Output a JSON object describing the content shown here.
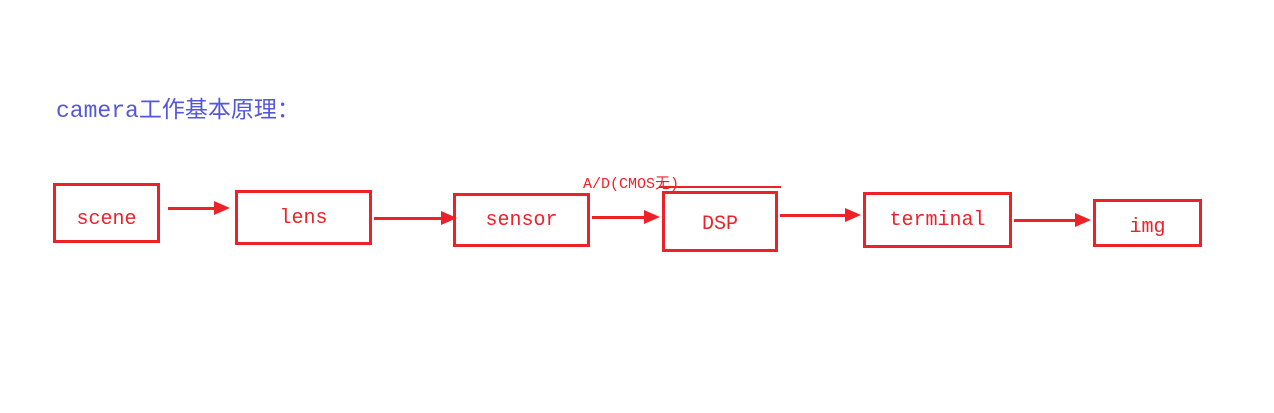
{
  "title": "camera工作基本原理：",
  "diagram": {
    "annotation": "A/D(CMOS无)",
    "nodes": [
      {
        "id": "scene",
        "label": "scene"
      },
      {
        "id": "lens",
        "label": "lens"
      },
      {
        "id": "sensor",
        "label": "sensor"
      },
      {
        "id": "dsp",
        "label": "DSP"
      },
      {
        "id": "terminal",
        "label": "terminal"
      },
      {
        "id": "img",
        "label": "img"
      }
    ]
  },
  "colors": {
    "red": "#ed2228",
    "blue": "#5457d8",
    "background": "#ffffff"
  }
}
